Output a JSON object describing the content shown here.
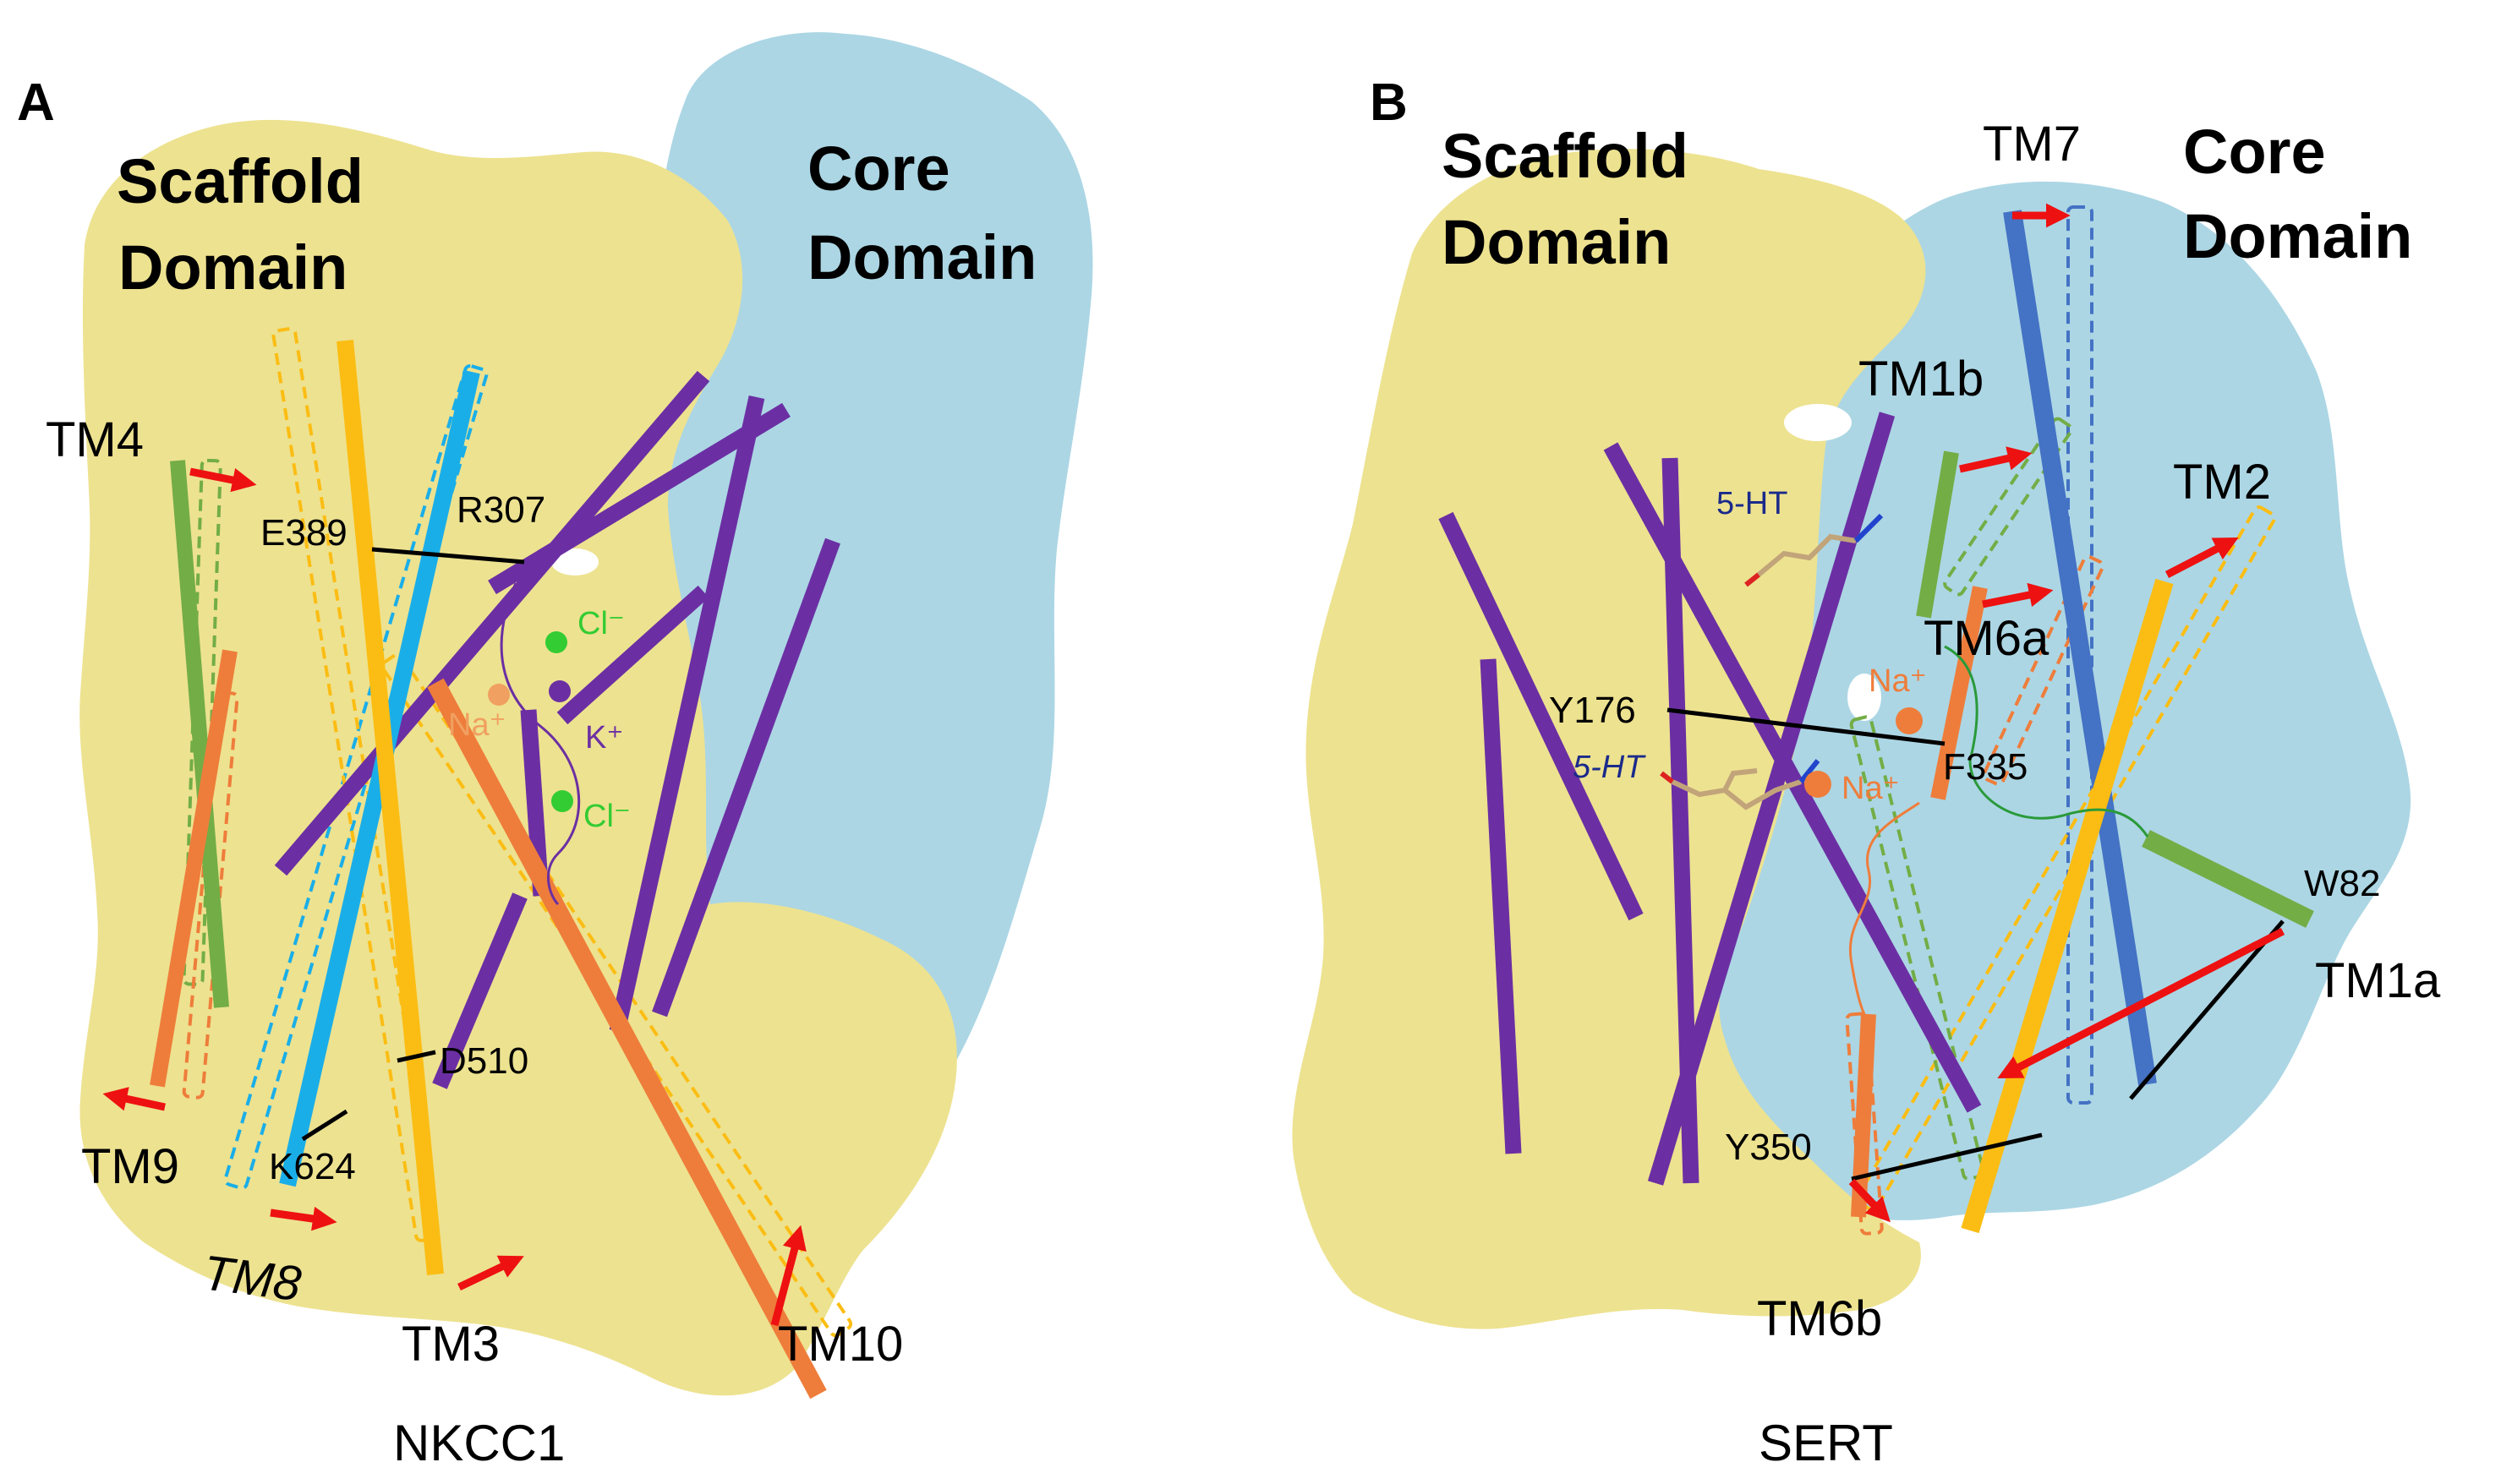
{
  "colors": {
    "scaffold": "#ede290",
    "core": "#acd6e4",
    "purple": "#6b2fa3",
    "orange": "#ee7d3b",
    "gold": "#fbbd14",
    "green": "#73ad46",
    "cyan": "#1aaee8",
    "blue": "#4472c4",
    "arrow": "#ee1111",
    "chloride": "#33cc33",
    "sodium": "#f0a060",
    "potassium": "#6b2fa3"
  },
  "panel_a": {
    "letter": "A",
    "scaffold_line1": "Scaffold",
    "scaffold_line2": "Domain",
    "core_line1": "Core",
    "core_line2": "Domain",
    "tm4": "TM4",
    "tm9": "TM9",
    "tm8": "TM8",
    "tm3": "TM3",
    "tm10": "TM10",
    "e389": "E389",
    "r307": "R307",
    "d510": "D510",
    "k624": "K624",
    "cl_top": "Cl⁻",
    "na": "Na⁺",
    "k": "K⁺",
    "cl_bottom": "Cl⁻",
    "caption": "NKCC1"
  },
  "panel_b": {
    "letter": "B",
    "scaffold_line1": "Scaffold",
    "scaffold_line2": "Domain",
    "core_line1": "Core",
    "core_line2": "Domain",
    "tm7": "TM7",
    "tm1b": "TM1b",
    "tm2": "TM2",
    "tm6a": "TM6a",
    "tm1a": "TM1a",
    "tm6b": "TM6b",
    "ht_top": "5-HT",
    "ht_mid": "5-HT",
    "y176": "Y176",
    "f335": "F335",
    "w82": "W82",
    "y350": "Y350",
    "na_top": "Na⁺",
    "na_bottom": "Na⁺",
    "caption": "SERT"
  }
}
